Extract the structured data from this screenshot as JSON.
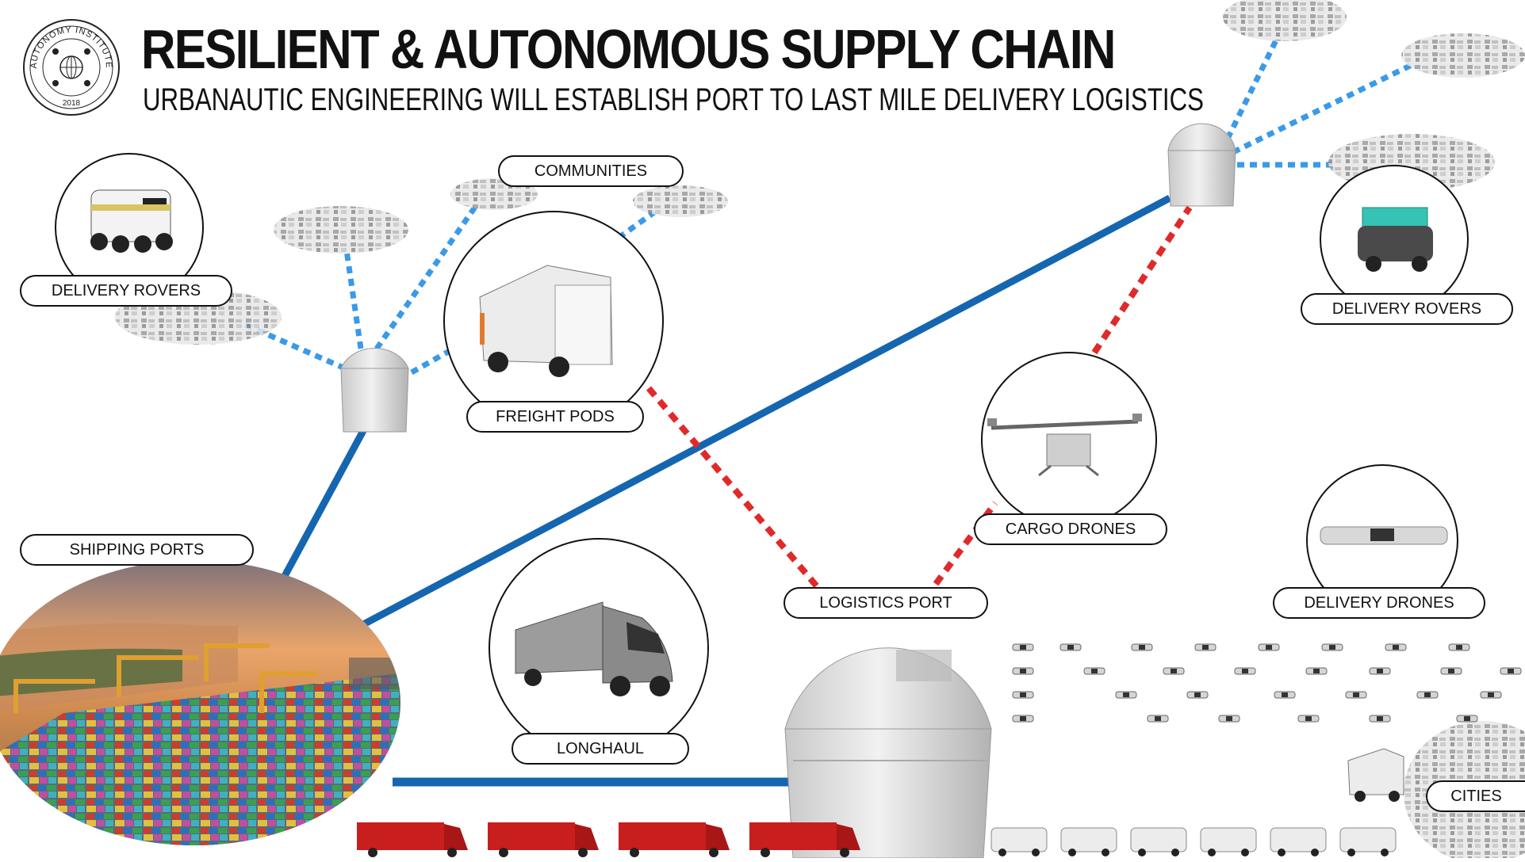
{
  "header": {
    "title": "RESILIENT & AUTONOMOUS SUPPLY CHAIN",
    "subtitle": "URBANAUTIC ENGINEERING WILL ESTABLISH PORT TO LAST MILE DELIVERY LOGISTICS"
  },
  "logo": {
    "org_name": "AUTONOMY INSTITUTE",
    "year": "2018"
  },
  "labels": {
    "delivery_rovers_left": "DELIVERY ROVERS",
    "communities": "COMMUNITIES",
    "freight_pods": "FREIGHT PODS",
    "shipping_ports": "SHIPPING PORTS",
    "longhaul": "LONGHAUL",
    "logistics_port": "LOGISTICS PORT",
    "cargo_drones": "CARGO DRONES",
    "delivery_rovers_right": "DELIVERY ROVERS",
    "delivery_drones": "DELIVERY DRONES",
    "cities": "CITIES"
  },
  "colors": {
    "blue_link": "#1566b0",
    "light_blue_link": "#3a9ae8",
    "red_link": "#e02a2a",
    "truck_red": "#c81e1e"
  },
  "icons": [
    "observatory-hub-icon",
    "delivery-rover-icon",
    "freight-pod-icon",
    "semi-truck-icon",
    "cargo-drone-icon",
    "delivery-drone-icon",
    "city-map-icon",
    "container-port-icon"
  ]
}
